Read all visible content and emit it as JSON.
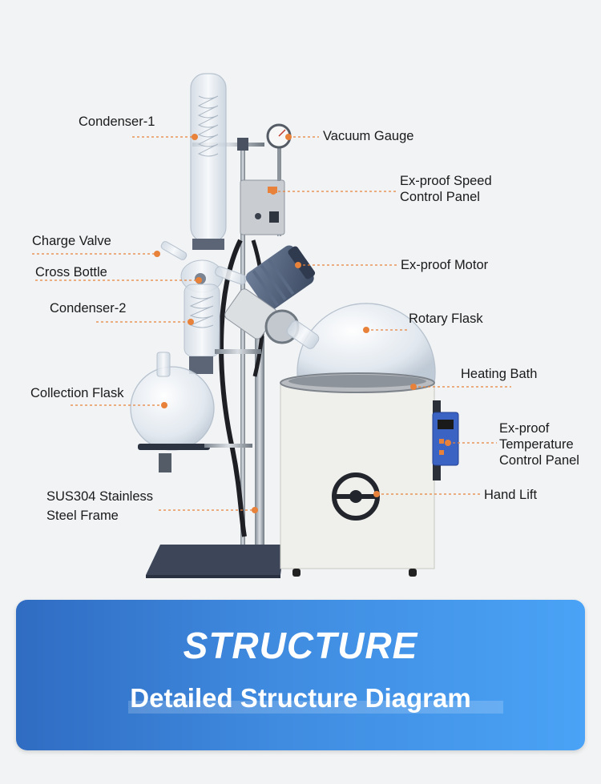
{
  "diagram": {
    "labels": {
      "condenser_1": "Condenser-1",
      "vacuum_gauge": "Vacuum Gauge",
      "speed_panel": "Ex-proof Speed Control Panel",
      "charge_valve": "Charge Valve",
      "cross_bottle": "Cross Bottle",
      "motor": "Ex-proof Motor",
      "condenser_2": "Condenser-2",
      "rotary_flask": "Rotary Flask",
      "heating_bath": "Heating Bath",
      "collection_flask": "Collection Flask",
      "temp_panel": "Ex-proof Temperature Control Panel",
      "hand_lift": "Hand Lift",
      "frame": "SUS304 Stainless Steel Frame"
    },
    "accent_color": "#e8823a",
    "glass_color": "#dfe6ee",
    "bath_color": "#f2f2ef"
  },
  "banner": {
    "title": "STRUCTURE",
    "subtitle": "Detailed Structure Diagram",
    "gradient_start": "#2f6cc2",
    "gradient_end": "#4aa3f6"
  }
}
